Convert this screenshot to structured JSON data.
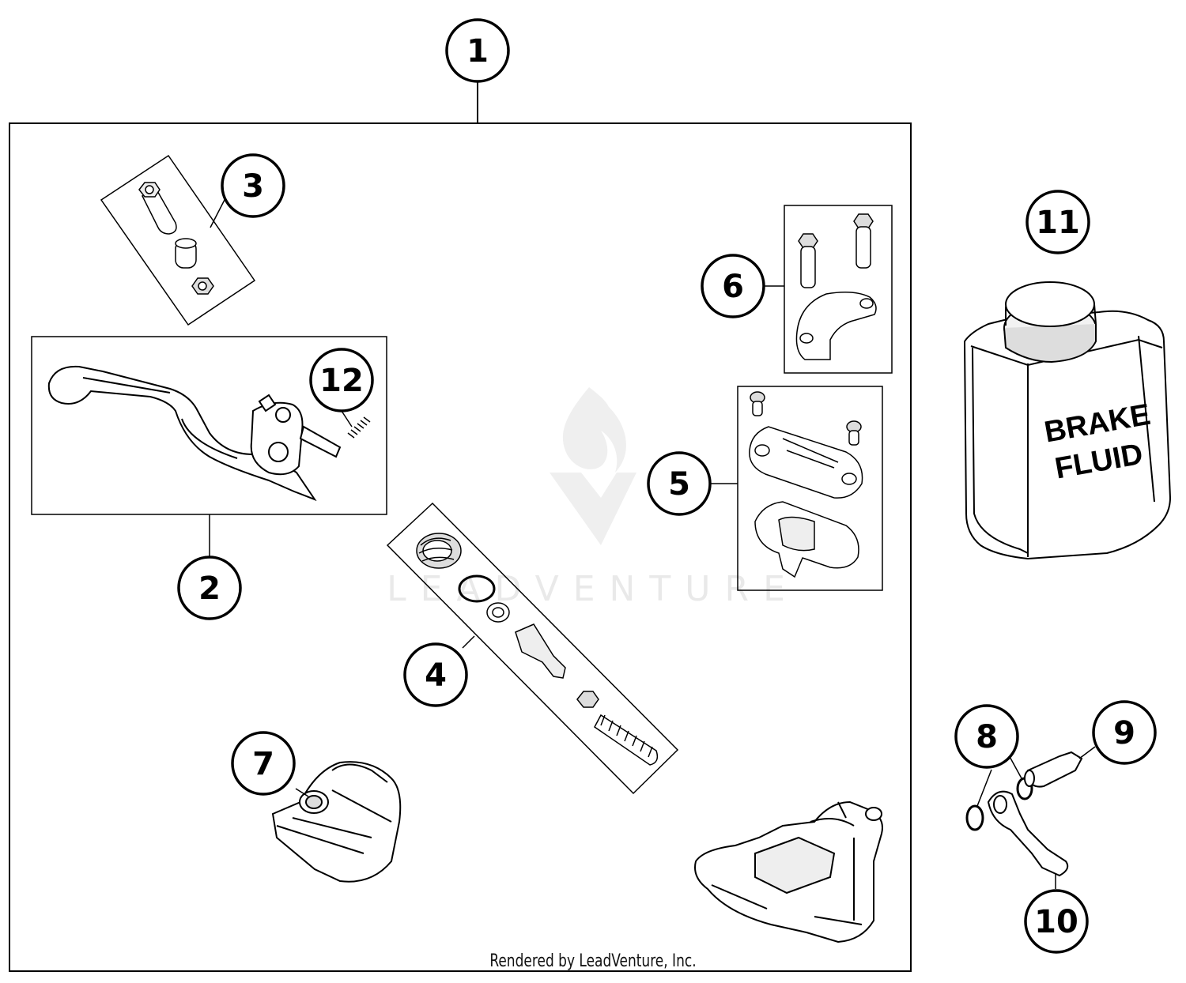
{
  "callouts": [
    "1",
    "2",
    "3",
    "4",
    "5",
    "6",
    "7",
    "8",
    "9",
    "10",
    "11",
    "12"
  ],
  "bottle_label": {
    "line1": "BRAKE",
    "line2": "FLUID"
  },
  "watermark": {
    "text": "LEADVENTURE"
  },
  "footer": {
    "text": "Rendered by LeadVenture, Inc."
  }
}
